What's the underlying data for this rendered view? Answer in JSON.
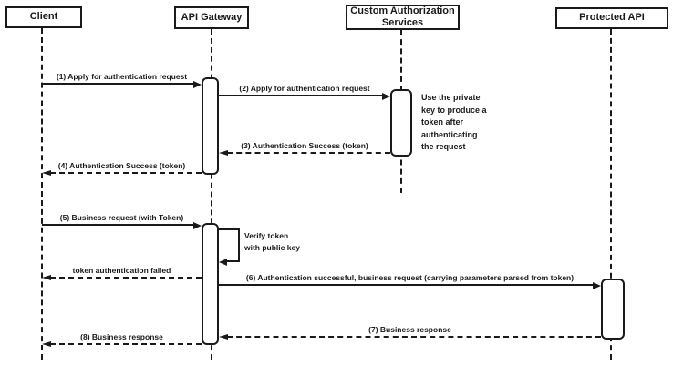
{
  "diagram": {
    "type": "sequence-diagram",
    "line_color": "#1a1a1a",
    "background_color": "#ffffff",
    "actors": [
      {
        "id": "client",
        "label": "Client"
      },
      {
        "id": "api-gateway",
        "label": "API Gateway"
      },
      {
        "id": "custom-authorization-services",
        "label": "Custom Authorization\nServices"
      },
      {
        "id": "protected-api",
        "label": "Protected API"
      }
    ],
    "messages": [
      {
        "seq": 1,
        "from": "client",
        "to": "api-gateway",
        "style": "solid",
        "label": "(1) Apply for authentication request"
      },
      {
        "seq": 2,
        "from": "api-gateway",
        "to": "custom-authorization-services",
        "style": "solid",
        "label": "(2) Apply for authentication request"
      },
      {
        "seq": 3,
        "from": "custom-authorization-services",
        "to": "api-gateway",
        "style": "dashed",
        "label": "(3) Authentication Success (token)"
      },
      {
        "seq": 4,
        "from": "api-gateway",
        "to": "client",
        "style": "dashed",
        "label": "(4) Authentication Success (token)"
      },
      {
        "seq": 5,
        "from": "client",
        "to": "api-gateway",
        "style": "solid",
        "label": "(5) Business request (with Token)"
      },
      {
        "seq": null,
        "from": "api-gateway",
        "to": "api-gateway",
        "style": "self",
        "label": "Verify token\nwith public key"
      },
      {
        "seq": null,
        "from": "api-gateway",
        "to": "client",
        "style": "dashed",
        "label": "token authentication failed"
      },
      {
        "seq": 6,
        "from": "api-gateway",
        "to": "protected-api",
        "style": "solid",
        "label": "(6) Authentication successful, business request (carrying parameters parsed from token)"
      },
      {
        "seq": 7,
        "from": "protected-api",
        "to": "api-gateway",
        "style": "dashed",
        "label": "(7) Business response"
      },
      {
        "seq": 8,
        "from": "api-gateway",
        "to": "client",
        "style": "dashed",
        "label": "(8) Business response"
      }
    ],
    "note": "Use the private\nkey to produce a\ntoken after\nauthenticating\nthe request"
  }
}
